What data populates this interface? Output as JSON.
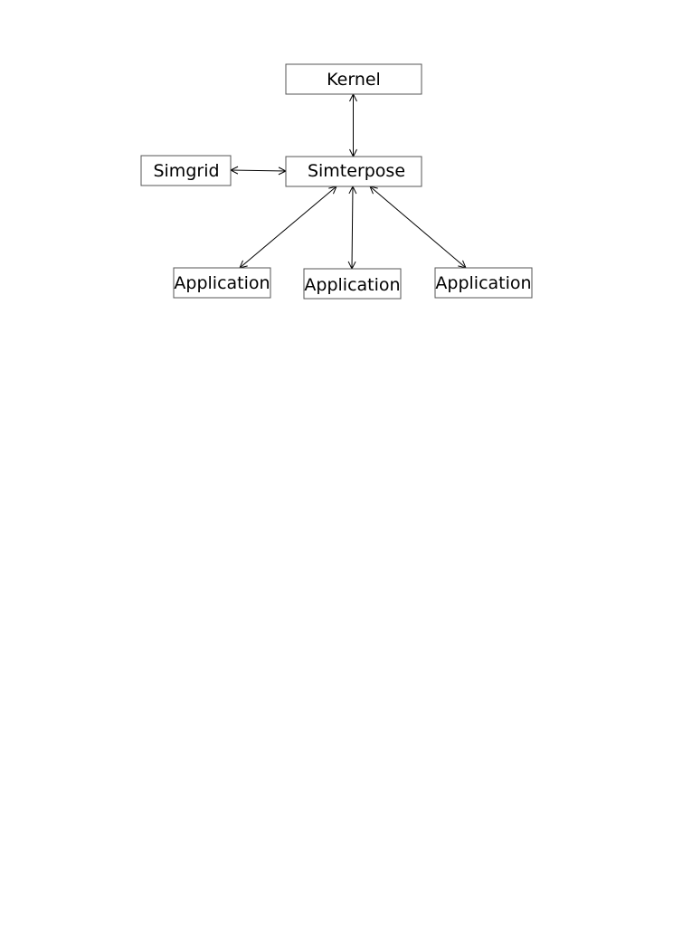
{
  "diagram": {
    "nodes": [
      {
        "id": "kernel",
        "label": "Kernel"
      },
      {
        "id": "simgrid",
        "label": "Simgrid"
      },
      {
        "id": "simterpose",
        "label": "Simterpose"
      },
      {
        "id": "app1",
        "label": "Application"
      },
      {
        "id": "app2",
        "label": "Application"
      },
      {
        "id": "app3",
        "label": "Application"
      }
    ],
    "edges": [
      {
        "from": "simterpose",
        "to": "kernel",
        "direction": "both"
      },
      {
        "from": "simterpose",
        "to": "simgrid",
        "direction": "both"
      },
      {
        "from": "simterpose",
        "to": "app1",
        "direction": "both"
      },
      {
        "from": "simterpose",
        "to": "app2",
        "direction": "both"
      },
      {
        "from": "simterpose",
        "to": "app3",
        "direction": "both"
      }
    ],
    "colors": {
      "stroke": "#555555",
      "edge": "#000000",
      "text": "#000000"
    }
  }
}
